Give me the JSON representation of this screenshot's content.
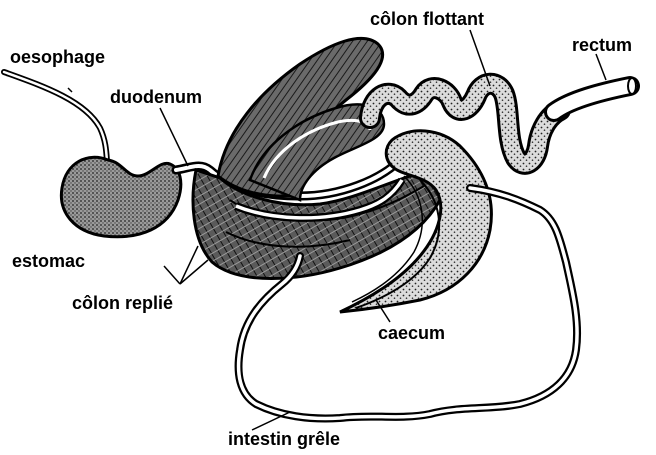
{
  "labels": {
    "oesophage": "oesophage",
    "duodenum": "duodenum",
    "colon_flottant": "côlon flottant",
    "rectum": "rectum",
    "estomac": "estomac",
    "colon_replie": "côlon replié",
    "caecum": "caecum",
    "intestin_grele": "intestin grêle"
  },
  "colors": {
    "ink": "#000000",
    "hatch_fill": "#6a6a6a",
    "stipple_fill": "#bdbdbd",
    "stomach_fill": "#8a8a8a",
    "paper": "#ffffff"
  }
}
